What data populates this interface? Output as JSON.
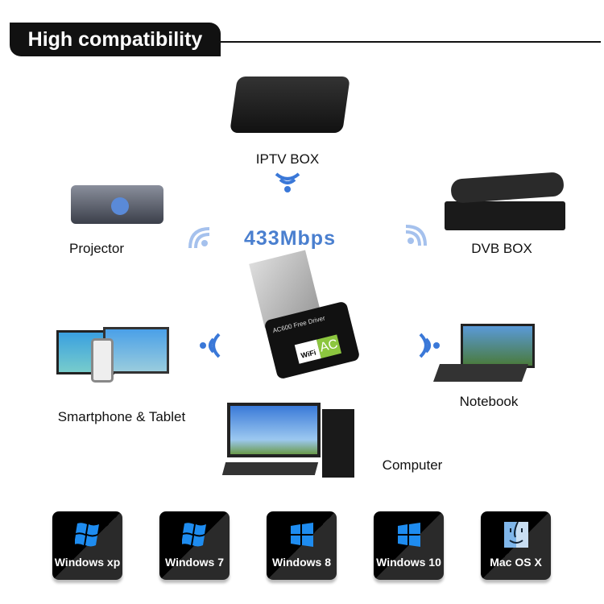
{
  "header": {
    "title": "High compatibility"
  },
  "speed": "433Mbps",
  "dongle": {
    "model_text": "AC600 Free Driver",
    "badge_wifi": "WiFi",
    "badge_ac": "AC"
  },
  "devices": [
    {
      "label": "IPTV BOX"
    },
    {
      "label": "Projector"
    },
    {
      "label": "DVB BOX"
    },
    {
      "label": "Smartphone & Tablet"
    },
    {
      "label": "Notebook"
    },
    {
      "label": "Computer"
    }
  ],
  "os": [
    {
      "label": "Windows xp",
      "icon": "windows-xp-logo"
    },
    {
      "label": "Windows 7",
      "icon": "windows-7-logo"
    },
    {
      "label": "Windows 8",
      "icon": "windows-8-logo"
    },
    {
      "label": "Windows 10",
      "icon": "windows-10-logo"
    },
    {
      "label": "Mac OS X",
      "icon": "mac-finder-logo"
    }
  ],
  "colors": {
    "accent": "#4a7fcf",
    "wifi": "#3a78d8",
    "tile": "#000000",
    "logo": "#1e8cf0"
  }
}
